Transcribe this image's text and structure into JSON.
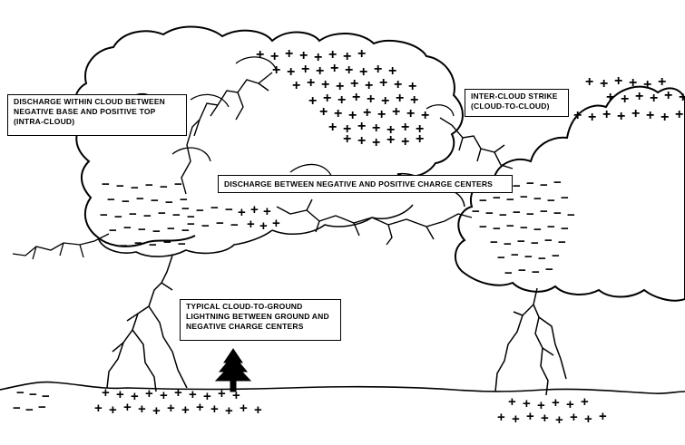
{
  "labels": {
    "intra_cloud": {
      "lines": [
        "DISCHARGE WITHIN CLOUD BETWEEN",
        "NEGATIVE BASE AND POSITIVE TOP",
        "(INTRA-CLOUD)"
      ]
    },
    "inter_cloud": {
      "lines": [
        "INTER-CLOUD  STRIKE",
        "(CLOUD-TO-CLOUD)"
      ]
    },
    "charge_centers": {
      "lines": [
        "DISCHARGE BETWEEN NEGATIVE AND POSITIVE CHARGE CENTERS"
      ]
    },
    "cloud_to_ground": {
      "lines": [
        "TYPICAL CLOUD-TO-GROUND",
        "LIGHTNING BETWEEN GROUND AND",
        "NEGATIVE CHARGE CENTERS"
      ]
    }
  },
  "symbols": {
    "positive": "+",
    "negative": "−"
  },
  "colors": {
    "ink": "#000000",
    "background": "#ffffff"
  }
}
